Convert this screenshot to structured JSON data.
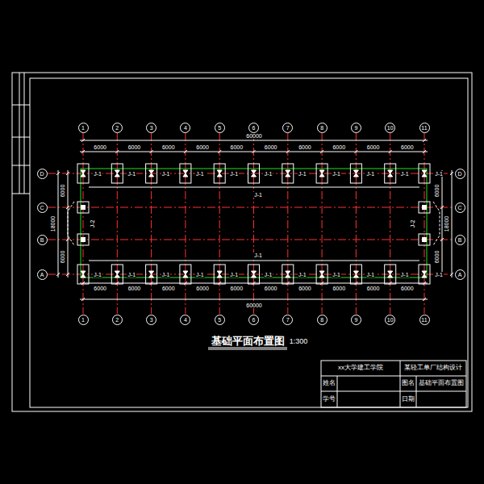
{
  "diagram": {
    "title": "基础平面布置图",
    "nodes": [
      {
        "text": [
          "1"
        ]
      },
      {
        "text": [
          "2"
        ]
      },
      {
        "text": [
          "3"
        ]
      },
      {
        "text": [
          "4"
        ]
      },
      {
        "text": [
          "5"
        ]
      },
      {
        "text": [
          "6"
        ]
      },
      {
        "text": [
          "7"
        ]
      },
      {
        "text": [
          "8"
        ]
      },
      {
        "text": [
          "9"
        ]
      },
      {
        "text": [
          "10"
        ]
      },
      {
        "text": [
          "11"
        ]
      },
      {
        "text": [
          "1"
        ]
      },
      {
        "text": [
          "2"
        ]
      },
      {
        "text": [
          "3"
        ]
      },
      {
        "text": [
          "4"
        ]
      },
      {
        "text": [
          "5"
        ]
      },
      {
        "text": [
          "6"
        ]
      },
      {
        "text": [
          "7"
        ]
      },
      {
        "text": [
          "8"
        ]
      },
      {
        "text": [
          "9"
        ]
      },
      {
        "text": [
          "10"
        ]
      },
      {
        "text": [
          "11"
        ]
      },
      {
        "text": [
          "D"
        ]
      },
      {
        "text": [
          "C"
        ]
      },
      {
        "text": [
          "B"
        ]
      },
      {
        "text": [
          "A"
        ]
      },
      {
        "text": [
          "D"
        ]
      },
      {
        "text": [
          "C"
        ]
      },
      {
        "text": [
          "B"
        ]
      },
      {
        "text": [
          "A"
        ]
      }
    ],
    "labels": [
      "1:300",
      "60000",
      "6000",
      "6000",
      "6000",
      "6000",
      "6000",
      "6000",
      "6000",
      "6000",
      "6000",
      "6000",
      "60000",
      "6000",
      "6000",
      "6000",
      "6000",
      "6000",
      "6000",
      "6000",
      "6000",
      "6000",
      "6000",
      "18000",
      "6000",
      "6000",
      "18000",
      "6000",
      "6000",
      "J-1",
      "J-1",
      "J-1",
      "J-1",
      "J-1",
      "J-1",
      "J-1",
      "J-1",
      "J-1",
      "J-1",
      "J-1",
      "J-1",
      "J-1",
      "J-1",
      "J-1",
      "J-1",
      "J-1",
      "J-1",
      "J-1",
      "J-1",
      "J-1",
      "J-1",
      "J-1",
      "J-1",
      "J-2",
      "J-2",
      "xx大学建工学院",
      "某轻工单厂结构设计",
      "姓名",
      "图名",
      "基础平面布置图",
      "学号",
      "日期"
    ]
  }
}
